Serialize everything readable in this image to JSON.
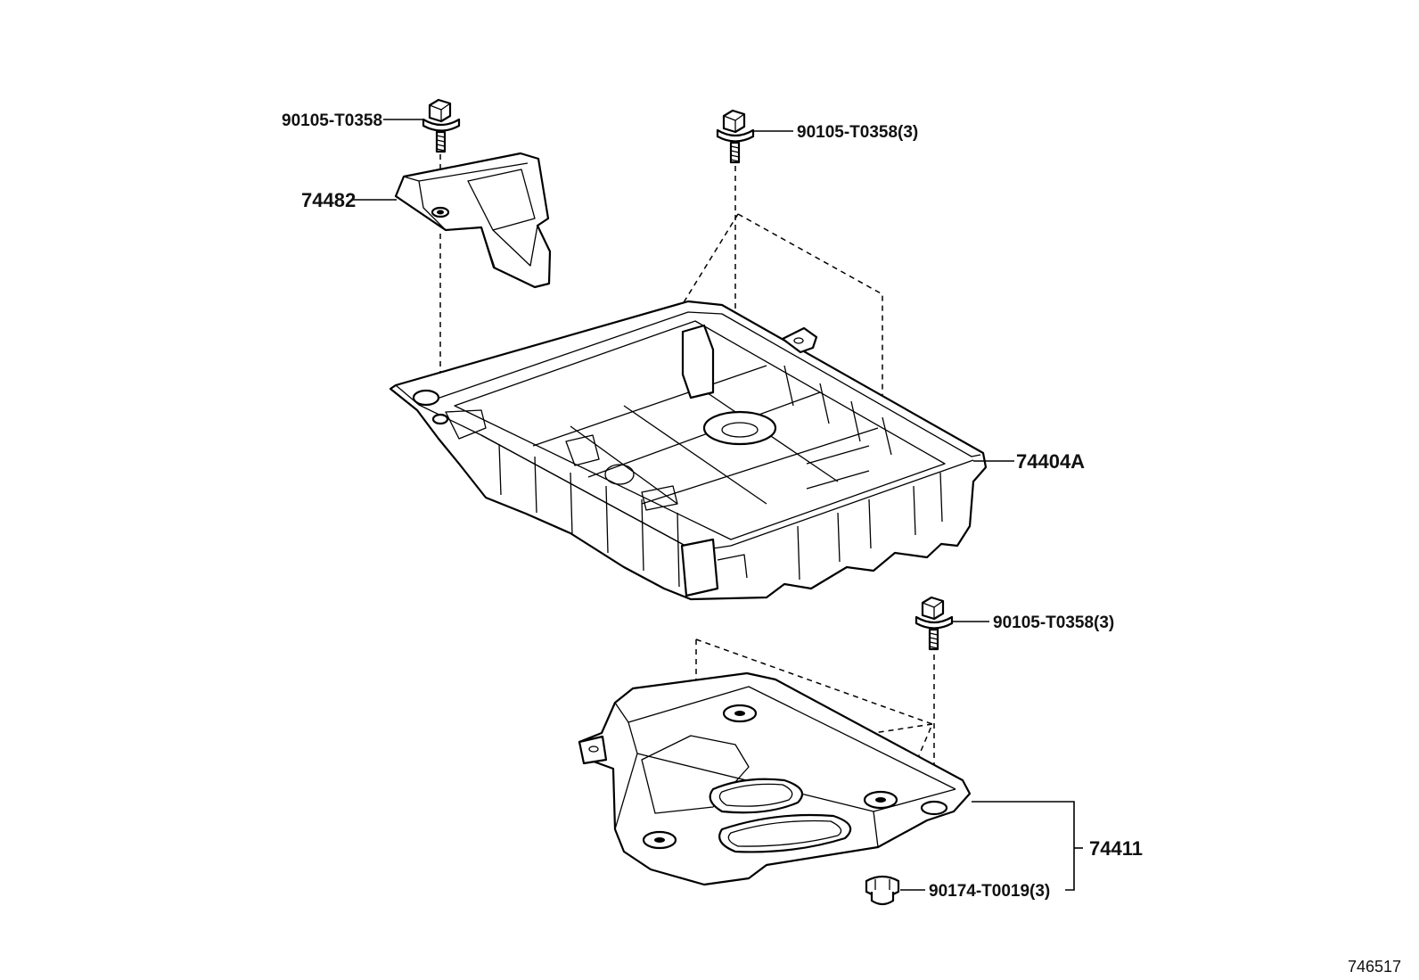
{
  "callouts": {
    "bolt_bracket": "90105-T0358",
    "bracket": "74482",
    "bolt_tray": "90105-T0358(3)",
    "tray": "74404A",
    "bolt_cover": "90105-T0358(3)",
    "cover": "74411",
    "nut_cover": "90174-T0019(3)"
  },
  "diagram_id": "746517"
}
